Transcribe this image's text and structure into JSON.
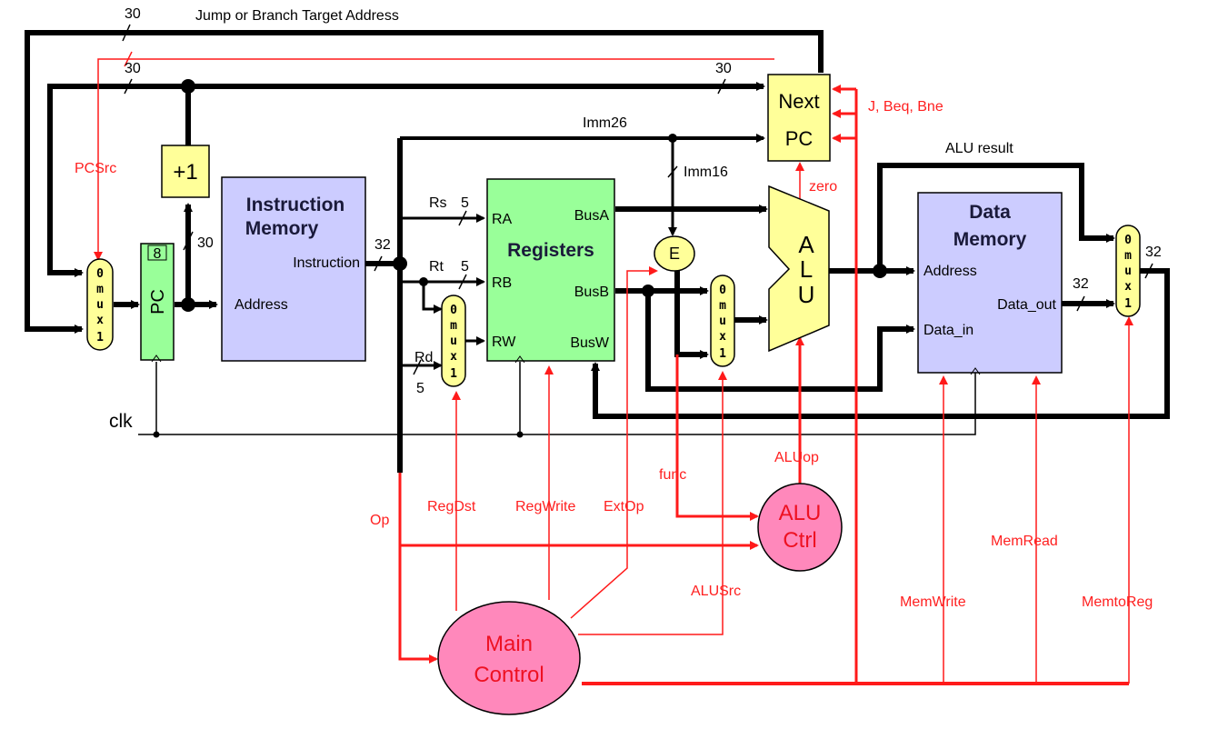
{
  "labels": {
    "jump_target": "Jump or Branch Target Address",
    "pcsrc": "PCSrc",
    "plus1": "+1",
    "instr_mem_1": "Instruction",
    "instr_mem_2": "Memory",
    "instruction_port": "Instruction",
    "address_port": "Address",
    "pc": "PC",
    "pc_top": "8",
    "clk": "clk",
    "rs": "Rs",
    "rt": "Rt",
    "rd": "Rd",
    "registers": "Registers",
    "ra": "RA",
    "rb": "RB",
    "rw": "RW",
    "busa": "BusA",
    "busb": "BusB",
    "busw": "BusW",
    "imm26": "Imm26",
    "imm16": "Imm16",
    "ext": "E",
    "next_pc_1": "Next",
    "next_pc_2": "PC",
    "jbeq": "J, Beq, Bne",
    "zero": "zero",
    "alu_a": "A",
    "alu_l": "L",
    "alu_u": "U",
    "alu_result": "ALU result",
    "data_mem_1": "Data",
    "data_mem_2": "Memory",
    "dm_address": "Address",
    "dm_data_in": "Data_in",
    "dm_data_out": "Data_out",
    "op": "Op",
    "regdst": "RegDst",
    "regwrite": "RegWrite",
    "extop": "ExtOp",
    "func": "func",
    "aluop": "ALUop",
    "alusrc": "ALUSrc",
    "alu_ctrl_1": "ALU",
    "alu_ctrl_2": "Ctrl",
    "main_ctrl_1": "Main",
    "main_ctrl_2": "Control",
    "memread": "MemRead",
    "memwrite": "MemWrite",
    "memtoreg": "MemtoReg",
    "mux_0": "0",
    "mux_m": "m",
    "mux_u": "u",
    "mux_x": "x",
    "mux_1": "1"
  },
  "widths": {
    "w30_top": "30",
    "w30_red": "30",
    "w30_right": "30",
    "w30_pc": "30",
    "w32_instr": "32",
    "w5_rs": "5",
    "w5_rt": "5",
    "w5_rd": "5",
    "w32_dout": "32",
    "w32_out": "32"
  },
  "colors": {
    "block_blue": "#ccccff",
    "block_yellow": "#ffff99",
    "block_green": "#99ff99",
    "mux_yellow": "#ffff99",
    "control_pink": "#ff88bb",
    "signal_red": "#ff1a1a",
    "wire_black": "#000000"
  }
}
